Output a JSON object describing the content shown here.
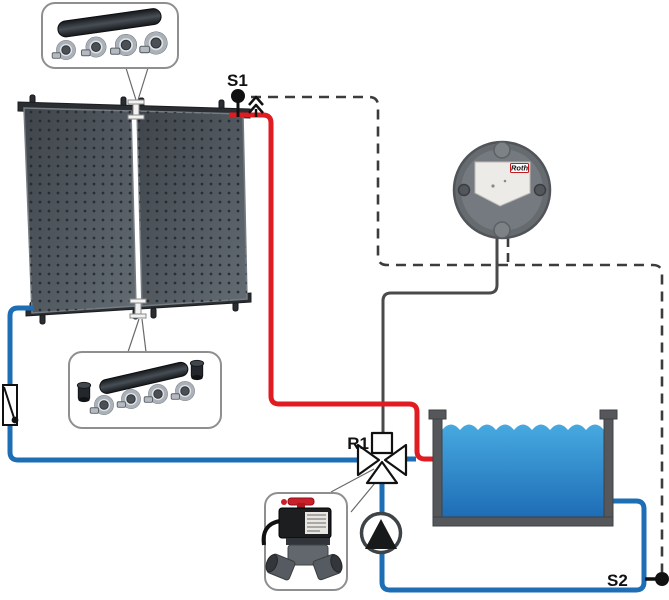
{
  "labels": {
    "sensor1": "S1",
    "valve": "R1",
    "sensor2": "S2",
    "controller_brand": "Roth"
  },
  "colors": {
    "hot_pipe": "#e01b22",
    "cold_pipe": "#1e6eb5",
    "signal_wire": "#3c3c3c",
    "power_wire": "#4a4a4a",
    "water_top": "#47a9e0",
    "water_bottom": "#1e6db6",
    "valve_handle": "#c9202a",
    "brand_red": "#c8161d"
  },
  "components": {
    "panel": "solar-absorber-panel",
    "kit_top": "hose-and-clamps-kit",
    "kit_bottom": "hose-clamps-and-end-caps-kit",
    "controller": "pool-controller",
    "pool": "swimming-pool",
    "pump": "circulation-pump",
    "valve": "motorized-three-way-valve",
    "check_valve": "check-valve",
    "s1": "collector-temperature-sensor",
    "s2": "pool-temperature-sensor"
  }
}
